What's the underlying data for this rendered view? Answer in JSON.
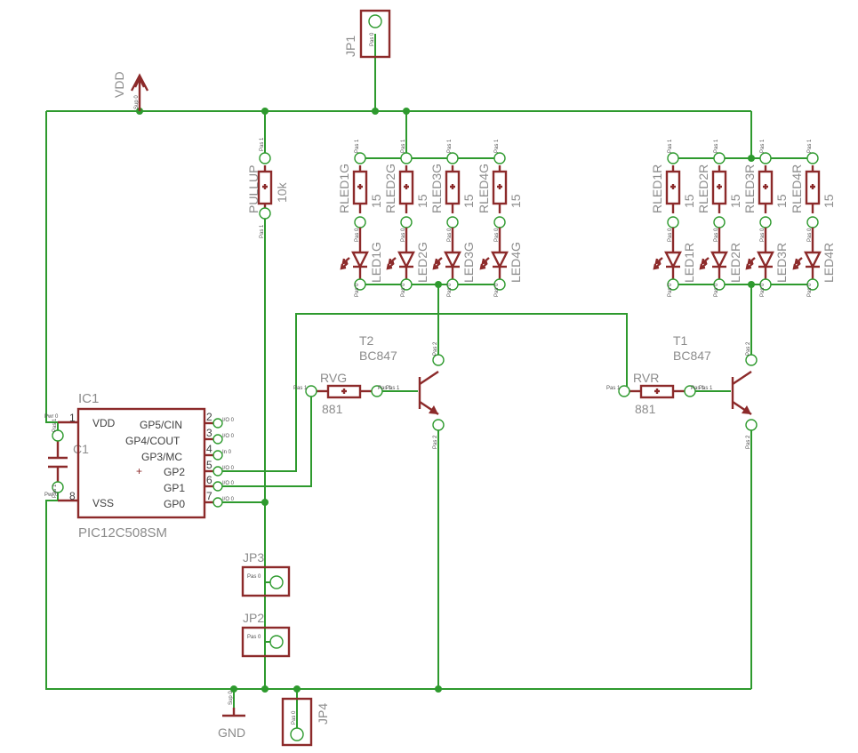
{
  "vdd": {
    "label": "VDD",
    "pin": "Sup 0"
  },
  "gnd": {
    "label": "GND",
    "pin": "Sup 0"
  },
  "ic1": {
    "name": "IC1",
    "value": "PIC12C508SM",
    "pins_left": [
      {
        "num": "1",
        "label": "VDD",
        "pad": "Pwr 0"
      },
      {
        "num": "8",
        "label": "VSS",
        "pad": "Pwr 0"
      }
    ],
    "pins_right": [
      {
        "num": "2",
        "label": "GP5/CIN",
        "pad": "I/O 0"
      },
      {
        "num": "3",
        "label": "GP4/COUT",
        "pad": "I/O 0"
      },
      {
        "num": "4",
        "label": "GP3/MC",
        "pad": "In 0"
      },
      {
        "num": "5",
        "label": "GP2",
        "pad": "I/O 0"
      },
      {
        "num": "6",
        "label": "GP1",
        "pad": "I/O 0"
      },
      {
        "num": "7",
        "label": "GP0",
        "pad": "I/O 0"
      }
    ]
  },
  "c1": {
    "name": "C1",
    "pad_top": "Pas 1",
    "pad_bottom": "Pas 1"
  },
  "pullup": {
    "name": "PULLUP",
    "value": "10k",
    "pad_top": "Pas 1",
    "pad_bottom": "Pas 1"
  },
  "jp1": {
    "name": "JP1",
    "pad": "Pas 0"
  },
  "jp2": {
    "name": "JP2",
    "pad": "Pas 0"
  },
  "jp3": {
    "name": "JP3",
    "pad": "Pas 0"
  },
  "jp4": {
    "name": "JP4",
    "pad": "Pas 0"
  },
  "t2": {
    "name": "T2",
    "value": "BC847",
    "pad_c": "Pas 2",
    "pad_b": "Pas 1",
    "pad_e": "Pas 2"
  },
  "t1": {
    "name": "T1",
    "value": "BC847",
    "pad_c": "Pas 2",
    "pad_b": "Pas 1",
    "pad_e": "Pas 2"
  },
  "rvg": {
    "name": "RVG",
    "value": "881",
    "pad_left": "Pas 1",
    "pad_right": "Pas 1"
  },
  "rvr": {
    "name": "RVR",
    "value": "881",
    "pad_left": "Pas 1",
    "pad_right": "Pas 1"
  },
  "led_resistors_green": [
    {
      "name": "RLED1G",
      "value": "15"
    },
    {
      "name": "RLED2G",
      "value": "15"
    },
    {
      "name": "RLED3G",
      "value": "15"
    },
    {
      "name": "RLED4G",
      "value": "15"
    }
  ],
  "led_resistors_red": [
    {
      "name": "RLED1R",
      "value": "15"
    },
    {
      "name": "RLED2R",
      "value": "15"
    },
    {
      "name": "RLED3R",
      "value": "15"
    },
    {
      "name": "RLED4R",
      "value": "15"
    }
  ],
  "leds_green": [
    {
      "name": "LED1G"
    },
    {
      "name": "LED2G"
    },
    {
      "name": "LED3G"
    },
    {
      "name": "LED4G"
    }
  ],
  "leds_red": [
    {
      "name": "LED1R"
    },
    {
      "name": "LED2R"
    },
    {
      "name": "LED3R"
    },
    {
      "name": "LED4R"
    }
  ],
  "pad_labels": {
    "resistor": "Pas 1",
    "led_anode": "Pas 0",
    "led_cathode": "Pas 0"
  },
  "colors": {
    "wire": "#2e9a2e",
    "part": "#8c2a2a",
    "label": "#8c8c8c",
    "background": "#ffffff"
  }
}
